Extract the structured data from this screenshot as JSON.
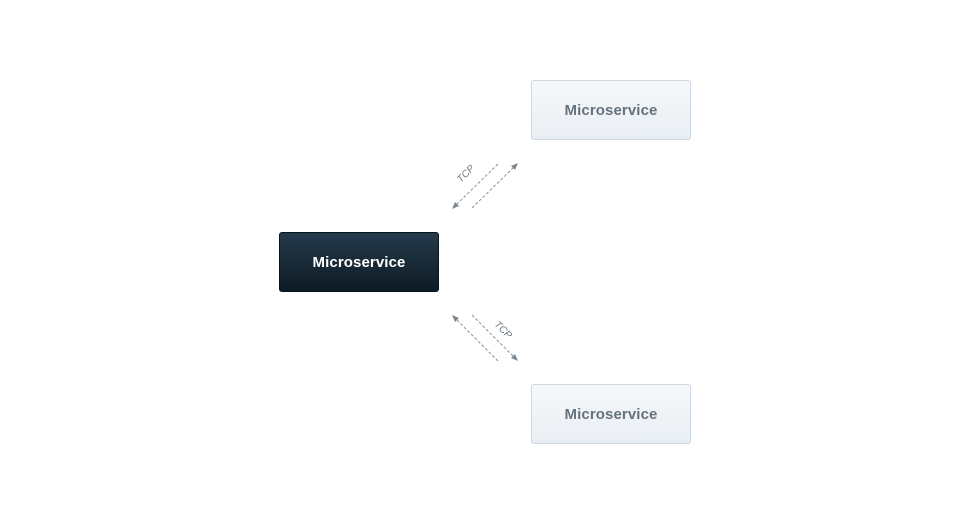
{
  "nodes": {
    "main": {
      "label": "Microservice"
    },
    "top": {
      "label": "Microservice"
    },
    "bottom": {
      "label": "Microservice"
    }
  },
  "connections": {
    "top": {
      "protocol": "TCP"
    },
    "bottom": {
      "protocol": "TCP"
    }
  },
  "colors": {
    "main_node": "#1a2c3a",
    "secondary_node": "#eef2f6",
    "connector": "#8a949c"
  }
}
